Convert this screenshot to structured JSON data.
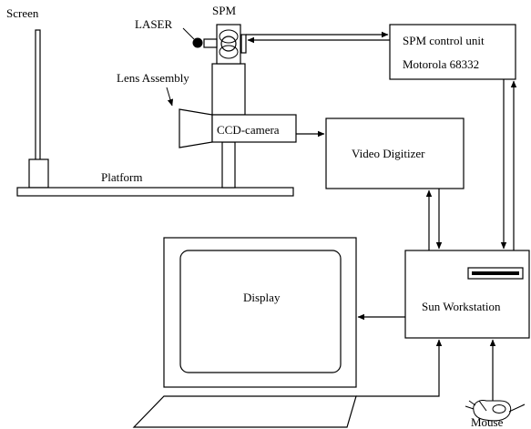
{
  "diagram": {
    "labels": {
      "screen": "Screen",
      "spm": "SPM",
      "laser": "LASER",
      "lens_assembly": "Lens Assembly",
      "ccd_camera": "CCD-camera",
      "platform": "Platform",
      "spm_control_line1": "SPM control unit",
      "spm_control_line2": "Motorola 68332",
      "video_digitizer": "Video Digitizer",
      "display": "Display",
      "sun_workstation": "Sun Workstation",
      "mouse": "Mouse"
    },
    "colors": {
      "line": "#000000",
      "background": "#ffffff"
    }
  }
}
